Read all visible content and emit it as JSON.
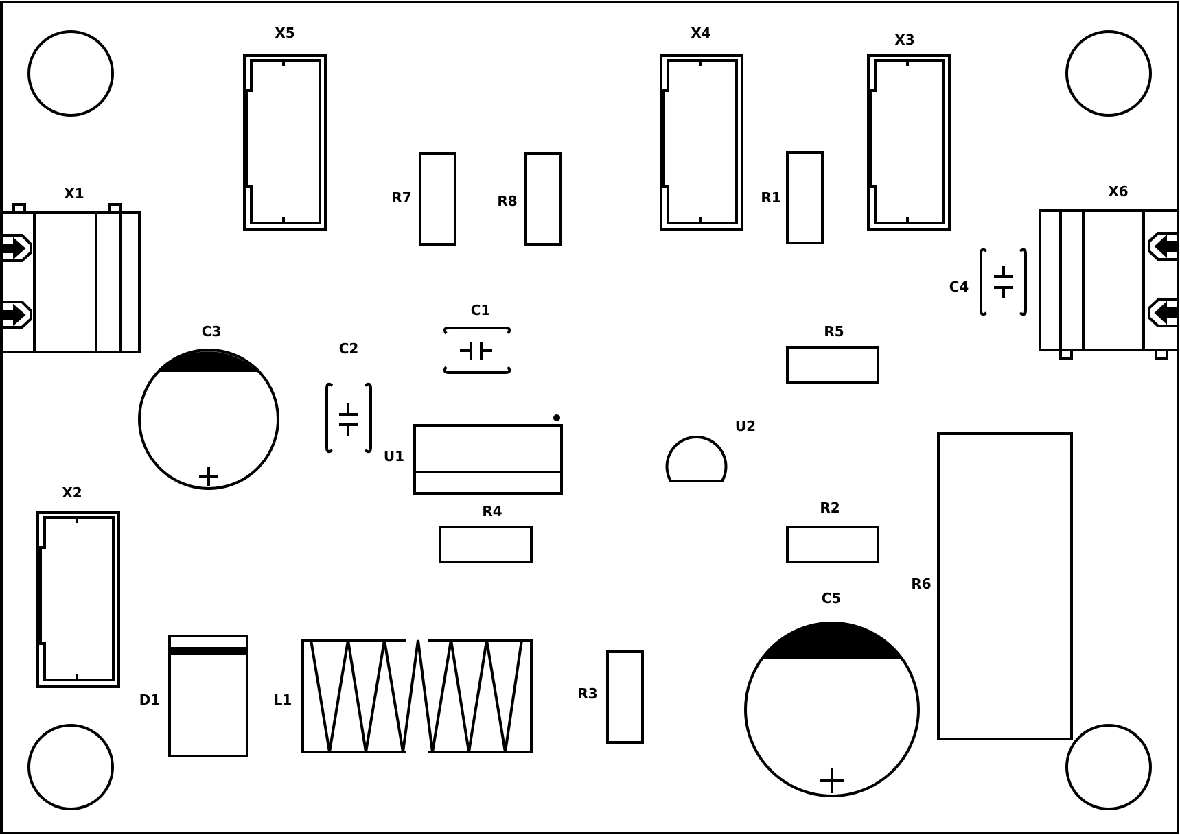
{
  "board": {
    "background": "#ffffff",
    "ink": "#000000",
    "labels": {
      "X1": "X1",
      "X2": "X2",
      "X3": "X3",
      "X4": "X4",
      "X5": "X5",
      "X6": "X6",
      "R1": "R1",
      "R2": "R2",
      "R3": "R3",
      "R4": "R4",
      "R5": "R5",
      "R6": "R6",
      "R7": "R7",
      "R8": "R8",
      "C1": "C1",
      "C2": "C2",
      "C3": "C3",
      "C4": "C4",
      "C5": "C5",
      "U1": "U1",
      "U2": "U2",
      "D1": "D1",
      "L1": "L1"
    },
    "component_kinds": {
      "mounting_holes": 4,
      "terminal_blocks": [
        "X1",
        "X6"
      ],
      "pin_headers": [
        "X2",
        "X3",
        "X4",
        "X5"
      ],
      "resistors": [
        "R1",
        "R2",
        "R3",
        "R4",
        "R5",
        "R6",
        "R7",
        "R8"
      ],
      "ceramic_capacitors": [
        "C1",
        "C2",
        "C4"
      ],
      "electrolytic_capacitors": [
        "C3",
        "C5"
      ],
      "ic": "U1",
      "to92": "U2",
      "diode": "D1",
      "inductor": "L1"
    }
  }
}
